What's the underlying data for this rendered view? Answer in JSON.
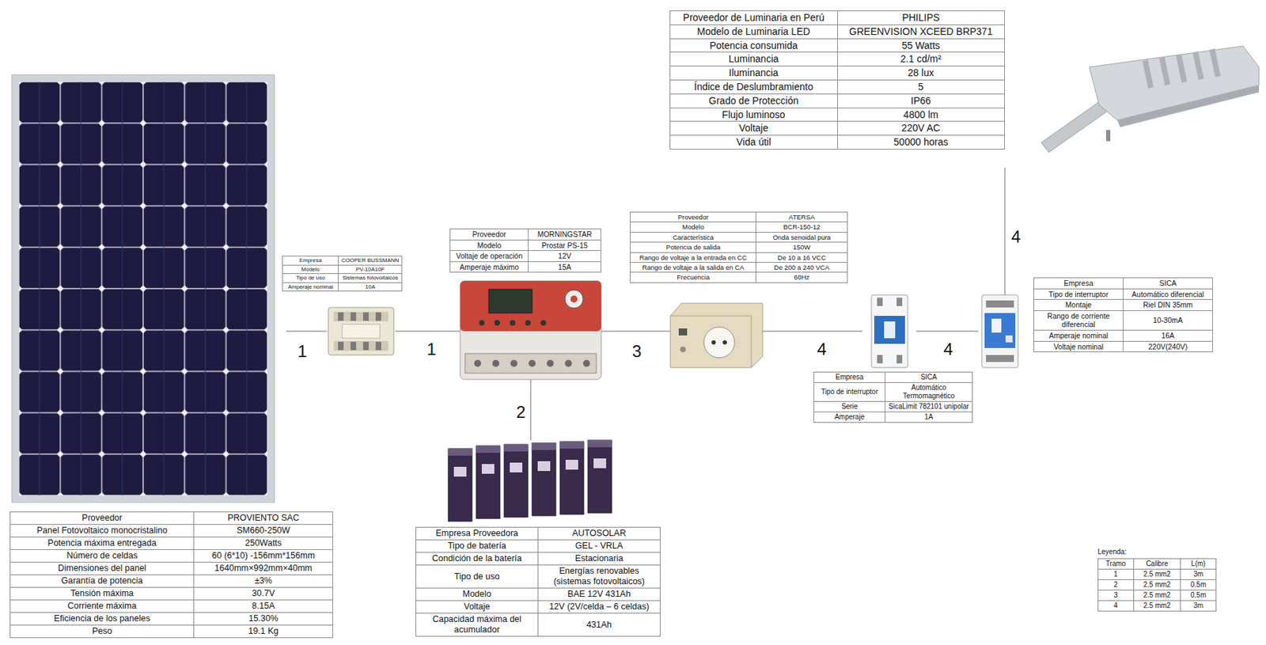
{
  "diagram": {
    "nodes": [
      {
        "text": [
          "Proveedor de Luminaria en Perú",
          "PHILIPS",
          "Modelo de Luminaria LED",
          "GREENVISION XCEED BRP371",
          "Potencia consumida",
          "55 Watts",
          "Luminancia",
          "2.1 cd/m²",
          "Iluminancia",
          "28 lux",
          "Índice de Deslumbramiento",
          "5",
          "Grado de Protección",
          "IP66",
          "Flujo luminoso",
          "4800 lm",
          "Voltaje",
          "220V AC",
          "Vida útil",
          "50000 horas"
        ]
      },
      {
        "text": [
          "Proveedor",
          "ATERSA",
          "Modelo",
          "BCR-150-12",
          "Característica",
          "Onda senoidal pura",
          "Potencia de salida",
          "150W",
          "Rango de voltaje a la entrada en CC",
          "De 10 a 16 VCC",
          "Rango de voltaje a la salida en CA",
          "De 200 a 240 VCA",
          "Frecuencia",
          "60Hz"
        ]
      },
      {
        "text": [
          "Proveedor",
          "MORNINGSTAR",
          "Modelo",
          "Prostar PS-15",
          "Voltaje de operación",
          "12V",
          "Amperaje máximo",
          "15A"
        ]
      },
      {
        "text": [
          "Empresa",
          "COOPER BUSSMANN",
          "Modelo",
          "PV-10A10F",
          "Tipo de uso",
          "Sistemas fotovoltaicos",
          "Amperaje nominal",
          "10A"
        ]
      },
      {
        "text": [
          "Empresa",
          "SICA",
          "Tipo de interruptor",
          "Automático diferencial",
          "Montaje",
          "Riel DIN 35mm",
          "Rango de corriente diferencial",
          "10-30mA",
          "Amperaje nominal",
          "16A",
          "Voltaje nominal",
          "220V(240V)"
        ]
      },
      {
        "text": [
          "Empresa",
          "SICA",
          "Tipo de interruptor",
          "Automático Termomagnético",
          "Serie",
          "SicaLimit 782101 unipolar",
          "Amperaje",
          "1A"
        ]
      },
      {
        "text": [
          "Proveedor",
          "PROVIENTO SAC",
          "Panel Fotovoltaico monocristalino",
          "SM660-250W",
          "Potencia máxima entregada",
          "250Watts",
          "Número de celdas",
          "60 (6*10) -156mm*156mm",
          "Dimensiones del panel",
          "1640mm×992mm×40mm",
          "Garantía de potencia",
          "±3%",
          "Tensión máxima",
          "30.7V",
          "Corriente máxima",
          "8.15A",
          "Eficiencia de los paneles",
          "15.30%",
          "Peso",
          "19.1 Kg"
        ]
      },
      {
        "text": [
          "Empresa Proveedora",
          "AUTOSOLAR",
          "Tipo de batería",
          "GEL - VRLA",
          "Condición de la batería",
          "Estacionaria",
          "Tipo de uso",
          "Energías renovables (sistemas fotovoltaicos)",
          "Modelo",
          "BAE 12V 431Ah",
          "Voltaje",
          "12V (2V/celda – 6 celdas)",
          "Capacidad máxima del acumulador",
          "431Ah"
        ]
      },
      {
        "text": [
          "Leyenda:",
          "Tramo",
          "Calibre",
          "L(m)",
          "1",
          "2.5 mm2",
          "3m",
          "2",
          "2.5 mm2",
          "0.5m",
          "3",
          "2.5 mm2",
          "0.5m",
          "4",
          "2.5 mm2",
          "3m"
        ]
      }
    ],
    "labels": [
      "1",
      "1",
      "3",
      "4",
      "4",
      "4",
      "2"
    ]
  }
}
